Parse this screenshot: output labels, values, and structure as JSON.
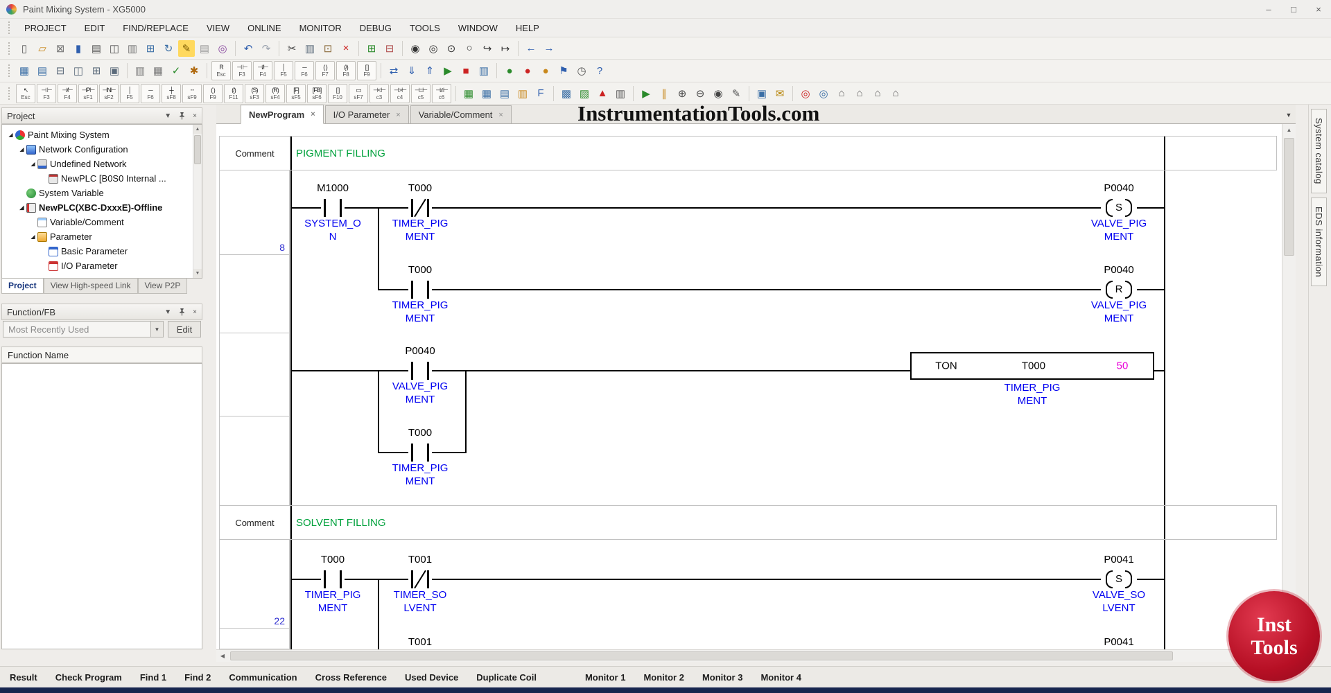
{
  "window": {
    "title": "Paint Mixing System - XG5000",
    "controls": {
      "minimize": "–",
      "maximize": "□",
      "close": "×"
    }
  },
  "menu": {
    "items": [
      "PROJECT",
      "EDIT",
      "FIND/REPLACE",
      "VIEW",
      "ONLINE",
      "MONITOR",
      "DEBUG",
      "TOOLS",
      "WINDOW",
      "HELP"
    ]
  },
  "toolbars": {
    "row1": [
      {
        "n": "new-file",
        "g": "▯",
        "c": "#555555"
      },
      {
        "n": "open-project",
        "g": "▱",
        "c": "#c8871a"
      },
      {
        "n": "close-project",
        "g": "⊠",
        "c": "#777777"
      },
      {
        "n": "save-project",
        "g": "▮",
        "c": "#2f5fae"
      },
      {
        "n": "print",
        "g": "▤",
        "c": "#555555"
      },
      {
        "n": "print-preview",
        "g": "◫",
        "c": "#555555"
      },
      {
        "n": "page-setup",
        "g": "▥",
        "c": "#777777"
      },
      {
        "n": "new-window",
        "g": "⊞",
        "c": "#3a6ea5"
      },
      {
        "n": "refresh",
        "g": "↻",
        "c": "#3a6ea5"
      },
      {
        "n": "comment-tool",
        "g": "✎",
        "c": "#7a5a00",
        "bg": "#ffd95e"
      },
      {
        "n": "memo",
        "g": "▤",
        "c": "#999999"
      },
      {
        "n": "capture",
        "g": "◎",
        "c": "#8a4aa0"
      },
      {
        "sep": true
      },
      {
        "n": "undo",
        "g": "↶",
        "c": "#2f5fae"
      },
      {
        "n": "redo",
        "g": "↷",
        "c": "#9aa2ae"
      },
      {
        "sep": true
      },
      {
        "n": "cut",
        "g": "✂",
        "c": "#444444"
      },
      {
        "n": "copy",
        "g": "▥",
        "c": "#5a6a7a"
      },
      {
        "n": "paste",
        "g": "⊡",
        "c": "#8a6a3a"
      },
      {
        "n": "delete",
        "g": "×",
        "c": "#cc2222"
      },
      {
        "sep": true
      },
      {
        "n": "insert-cells",
        "g": "⊞",
        "c": "#2a8a2a"
      },
      {
        "n": "delete-cells",
        "g": "⊟",
        "c": "#b05050"
      },
      {
        "sep": true
      },
      {
        "n": "find",
        "g": "◉",
        "c": "#333333"
      },
      {
        "n": "find-next",
        "g": "◎",
        "c": "#333333"
      },
      {
        "n": "replace",
        "g": "⊙",
        "c": "#333333"
      },
      {
        "n": "find-in-files",
        "g": "○",
        "c": "#333333"
      },
      {
        "n": "goto",
        "g": "↪",
        "c": "#333333"
      },
      {
        "n": "goto-rung",
        "g": "↦",
        "c": "#333333"
      },
      {
        "sep": true
      },
      {
        "n": "step-back",
        "g": "←",
        "c": "#2f5fae"
      },
      {
        "n": "step-forward",
        "g": "→",
        "c": "#2f5fae"
      }
    ],
    "row2": [
      {
        "n": "ladder-view",
        "g": "▦",
        "c": "#3a6ea5"
      },
      {
        "n": "il-view",
        "g": "▤",
        "c": "#3a6ea5"
      },
      {
        "n": "split-horizontal",
        "g": "⊟",
        "c": "#5a6a7a"
      },
      {
        "n": "split-vertical",
        "g": "◫",
        "c": "#5a6a7a"
      },
      {
        "n": "cascade-windows",
        "g": "⊞",
        "c": "#5a6a7a"
      },
      {
        "n": "tile-windows",
        "g": "▣",
        "c": "#5a6a7a"
      },
      {
        "sep": true
      },
      {
        "n": "device-list",
        "g": "▥",
        "c": "#777777"
      },
      {
        "n": "used-device-view",
        "g": "▦",
        "c": "#777777"
      },
      {
        "n": "check-program-tool",
        "g": "✓",
        "c": "#2a8a2a"
      },
      {
        "n": "build",
        "g": "✱",
        "c": "#b06a10"
      },
      {
        "sep": true
      },
      {
        "n": "il-esc",
        "sym": "R",
        "cap": "Esc"
      },
      {
        "n": "il-f3",
        "sym": "⊣ ⊢",
        "cap": "F3"
      },
      {
        "n": "il-f4",
        "sym": "⊣/⊢",
        "cap": "F4"
      },
      {
        "n": "il-f5",
        "sym": "│",
        "cap": "F5"
      },
      {
        "n": "il-f6",
        "sym": "─",
        "cap": "F6"
      },
      {
        "n": "il-f7",
        "sym": "( )",
        "cap": "F7"
      },
      {
        "n": "il-f8",
        "sym": "(/)",
        "cap": "F8"
      },
      {
        "n": "il-f9",
        "sym": "[ ]",
        "cap": "F9"
      },
      {
        "sep": true
      },
      {
        "n": "connect",
        "g": "⇄",
        "c": "#2f5fae"
      },
      {
        "n": "write-plc",
        "g": "⇓",
        "c": "#2f5fae"
      },
      {
        "n": "read-plc",
        "g": "⇑",
        "c": "#2f5fae"
      },
      {
        "n": "run-mode",
        "g": "▶",
        "c": "#2a8a2a"
      },
      {
        "n": "stop-mode",
        "g": "■",
        "c": "#cc2222"
      },
      {
        "n": "monitor-mode",
        "g": "▥",
        "c": "#3a6ea5"
      },
      {
        "sep": true
      },
      {
        "n": "led-green",
        "g": "●",
        "c": "#2a8a2a"
      },
      {
        "n": "led-red",
        "g": "●",
        "c": "#cc2222"
      },
      {
        "n": "led-amber",
        "g": "●",
        "c": "#c8871a"
      },
      {
        "n": "flag",
        "g": "⚑",
        "c": "#2f5fae"
      },
      {
        "n": "clock",
        "g": "◷",
        "c": "#555555"
      },
      {
        "n": "help",
        "g": "?",
        "c": "#2f5fae"
      }
    ],
    "row3": [
      {
        "n": "ld-select",
        "sym": "↖",
        "cap": "Esc"
      },
      {
        "n": "ld-contact-no",
        "sym": "⊣ ⊢",
        "cap": "F3"
      },
      {
        "n": "ld-contact-nc",
        "sym": "⊣/⊢",
        "cap": "F4"
      },
      {
        "n": "ld-contact-p",
        "sym": "⊣P⊢",
        "cap": "sF1"
      },
      {
        "n": "ld-contact-n",
        "sym": "⊣N⊢",
        "cap": "sF2"
      },
      {
        "n": "ld-vline",
        "sym": "│",
        "cap": "F5"
      },
      {
        "n": "ld-hline",
        "sym": "─",
        "cap": "F6"
      },
      {
        "n": "ld-del-vline",
        "sym": "┼",
        "cap": "sF8"
      },
      {
        "n": "ld-del-hline",
        "sym": "╌",
        "cap": "sF9"
      },
      {
        "n": "ld-coil",
        "sym": "( )",
        "cap": "F9"
      },
      {
        "n": "ld-coil-nc",
        "sym": "(/)",
        "cap": "F11"
      },
      {
        "n": "ld-coil-set",
        "sym": "(S)",
        "cap": "sF3"
      },
      {
        "n": "ld-coil-reset",
        "sym": "(R)",
        "cap": "sF4"
      },
      {
        "n": "ld-function",
        "sym": "[F]",
        "cap": "sF5"
      },
      {
        "n": "ld-function-block",
        "sym": "[FB]",
        "cap": "sF6"
      },
      {
        "n": "ld-instruction",
        "sym": "[ ]",
        "cap": "F10"
      },
      {
        "n": "ld-extend",
        "sym": "▭",
        "cap": "sF7"
      },
      {
        "n": "ld-cmp-lt",
        "sym": "⊣<⊢",
        "cap": "c3"
      },
      {
        "n": "ld-cmp-gt",
        "sym": "⊣>⊢",
        "cap": "c4"
      },
      {
        "n": "ld-cmp-eq",
        "sym": "⊣=⊢",
        "cap": "c5"
      },
      {
        "n": "ld-cmp-ne",
        "sym": "⊣≠⊢",
        "cap": "c6"
      },
      {
        "sep": true
      },
      {
        "n": "variable-table",
        "g": "▦",
        "c": "#2a8a2a"
      },
      {
        "n": "local-variables",
        "g": "▦",
        "c": "#3a6ea5"
      },
      {
        "n": "global-variables",
        "g": "▤",
        "c": "#3a6ea5"
      },
      {
        "n": "comment-list",
        "g": "▥",
        "c": "#c8871a"
      },
      {
        "n": "function-list",
        "g": "F",
        "c": "#2f5fae"
      },
      {
        "sep": true
      },
      {
        "n": "data-table",
        "g": "▩",
        "c": "#3a6ea5"
      },
      {
        "n": "pid-table",
        "g": "▨",
        "c": "#2a8a2a"
      },
      {
        "n": "trend-monitor",
        "g": "▲",
        "c": "#cc2222"
      },
      {
        "n": "special-module",
        "g": "▥",
        "c": "#555555"
      },
      {
        "sep": true
      },
      {
        "n": "start-monitor",
        "g": "▶",
        "c": "#2a8a2a"
      },
      {
        "n": "pause-monitor",
        "g": "∥",
        "c": "#c8871a"
      },
      {
        "n": "zoom-in",
        "g": "⊕",
        "c": "#444444"
      },
      {
        "n": "zoom-out",
        "g": "⊖",
        "c": "#444444"
      },
      {
        "n": "find-device",
        "g": "◉",
        "c": "#444444"
      },
      {
        "n": "edit-mode",
        "g": "✎",
        "c": "#555555"
      },
      {
        "sep": true
      },
      {
        "n": "window-list",
        "g": "▣",
        "c": "#3a6ea5"
      },
      {
        "n": "message",
        "g": "✉",
        "c": "#b8860b"
      },
      {
        "sep": true
      },
      {
        "n": "breakpoint",
        "g": "◎",
        "c": "#cc2222"
      },
      {
        "n": "watchpoint",
        "g": "◎",
        "c": "#3a6ea5"
      },
      {
        "n": "module-1",
        "g": "⌂",
        "c": "#666666"
      },
      {
        "n": "module-2",
        "g": "⌂",
        "c": "#666666"
      },
      {
        "n": "module-3",
        "g": "⌂",
        "c": "#666666"
      },
      {
        "n": "module-4",
        "g": "⌂",
        "c": "#666666"
      }
    ]
  },
  "project_panel": {
    "title": "Project",
    "tree": [
      {
        "label": "Paint Mixing System",
        "level": 0,
        "arrow": true,
        "icon": "root"
      },
      {
        "label": "Network Configuration",
        "level": 1,
        "arrow": true,
        "icon": "network"
      },
      {
        "label": "Undefined Network",
        "level": 2,
        "arrow": true,
        "icon": "undefined-network"
      },
      {
        "label": "NewPLC [B0S0 Internal ...",
        "level": 3,
        "arrow": false,
        "icon": "plc"
      },
      {
        "label": "System Variable",
        "level": 1,
        "arrow": false,
        "icon": "sysvar"
      },
      {
        "label": "NewPLC(XBC-DxxxE)-Offline",
        "level": 1,
        "arrow": true,
        "icon": "plc-offline",
        "bold": true
      },
      {
        "label": "Variable/Comment",
        "level": 2,
        "arrow": false,
        "icon": "varcomment"
      },
      {
        "label": "Parameter",
        "level": 2,
        "arrow": true,
        "icon": "parameter"
      },
      {
        "label": "Basic Parameter",
        "level": 3,
        "arrow": false,
        "icon": "basic-param"
      },
      {
        "label": "I/O Parameter",
        "level": 3,
        "arrow": false,
        "icon": "io-param"
      }
    ],
    "tabs": [
      "Project",
      "View High-speed Link",
      "View P2P"
    ]
  },
  "function_panel": {
    "title": "Function/FB",
    "filter_value": "Most Recently Used",
    "edit_label": "Edit",
    "column_header": "Function Name"
  },
  "editor": {
    "tabs": [
      {
        "label": "NewProgram",
        "active": true
      },
      {
        "label": "I/O Parameter",
        "active": false
      },
      {
        "label": "Variable/Comment",
        "active": false
      }
    ]
  },
  "watermark": "InstrumentationTools.com",
  "ladder": {
    "comments": [
      {
        "label": "Comment",
        "text": "PIGMENT FILLING"
      },
      {
        "label": "Comment",
        "text": "SOLVENT FILLING"
      }
    ],
    "row_numbers": [
      "8",
      "22"
    ],
    "rungs": {
      "r1": {
        "c1": {
          "addr": "M1000",
          "l1": "SYSTEM_O",
          "l2": "N"
        },
        "c2": {
          "addr": "T000",
          "l1": "TIMER_PIG",
          "l2": "MENT"
        },
        "coil": {
          "addr": "P0040",
          "sym": "S",
          "l1": "VALVE_PIG",
          "l2": "MENT"
        }
      },
      "r2": {
        "c1": {
          "addr": "T000",
          "l1": "TIMER_PIG",
          "l2": "MENT"
        },
        "coil": {
          "addr": "P0040",
          "sym": "R",
          "l1": "VALVE_PIG",
          "l2": "MENT"
        }
      },
      "r3": {
        "c1": {
          "addr": "P0040",
          "l1": "VALVE_PIG",
          "l2": "MENT"
        },
        "block": {
          "fn": "TON",
          "operand": "T000",
          "preset": "50",
          "l1": "TIMER_PIG",
          "l2": "MENT"
        }
      },
      "r3b": {
        "c1": {
          "addr": "T000",
          "l1": "TIMER_PIG",
          "l2": "MENT"
        }
      },
      "r4": {
        "c1": {
          "addr": "T000",
          "l1": "TIMER_PIG",
          "l2": "MENT"
        },
        "c2": {
          "addr": "T001",
          "l1": "TIMER_SO",
          "l2": "LVENT"
        },
        "coil": {
          "addr": "P0041",
          "sym": "S",
          "l1": "VALVE_SO",
          "l2": "LVENT"
        }
      },
      "r5": {
        "c1": {
          "addr": "T001"
        },
        "coil": {
          "addr": "P0041"
        }
      }
    }
  },
  "right_panel": {
    "tabs": [
      "System catalog",
      "EDS information"
    ]
  },
  "bottom_tabs": [
    "Result",
    "Check Program",
    "Find 1",
    "Find 2",
    "Communication",
    "Cross Reference",
    "Used Device",
    "Duplicate Coil",
    "Monitor 1",
    "Monitor 2",
    "Monitor 3",
    "Monitor 4"
  ],
  "badge": {
    "line1": "Inst",
    "line2": "Tools"
  },
  "colors": {
    "comment_green": "#00a13c",
    "tag_blue": "#0000f0",
    "preset_magenta": "#e800d8",
    "rail_black": "#000000",
    "badge_red": "#b60f24"
  }
}
